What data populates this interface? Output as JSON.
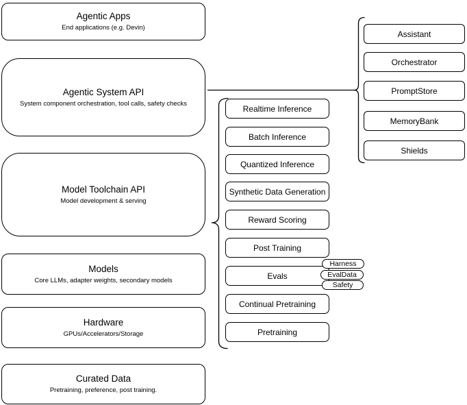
{
  "diagram": {
    "stack_layers": [
      {
        "title": "Agentic Apps",
        "subtitle": "End applications (e.g. Devin)"
      },
      {
        "title": "Agentic System API",
        "subtitle": "System component orchestration, tool calls, safety checks"
      },
      {
        "title": "Model Toolchain API",
        "subtitle": "Model development & serving"
      },
      {
        "title": "Models",
        "subtitle": "Core LLMs, adapter weights, secondary models"
      },
      {
        "title": "Hardware",
        "subtitle": "GPUs/Accelerators/Storage"
      },
      {
        "title": "Curated Data",
        "subtitle": "Pretraining, preference, post training."
      }
    ],
    "toolchain_services": [
      {
        "label": "Realtime Inference"
      },
      {
        "label": "Batch Inference"
      },
      {
        "label": "Quantized Inference"
      },
      {
        "label": "Synthetic Data Generation"
      },
      {
        "label": "Reward Scoring"
      },
      {
        "label": "Post Training"
      },
      {
        "label": "Evals"
      },
      {
        "label": "Continual Pretraining"
      },
      {
        "label": "Pretraining"
      }
    ],
    "evals_tags": [
      {
        "label": "Harness"
      },
      {
        "label": "EvalData"
      },
      {
        "label": "Safety"
      }
    ],
    "system_components": [
      {
        "label": "Assistant"
      },
      {
        "label": "Orchestrator"
      },
      {
        "label": "PromptStore"
      },
      {
        "label": "MemoryBank"
      },
      {
        "label": "Shields"
      }
    ],
    "colors": {
      "stroke": "#000000",
      "fill": "#ffffff",
      "text": "#000000"
    }
  }
}
